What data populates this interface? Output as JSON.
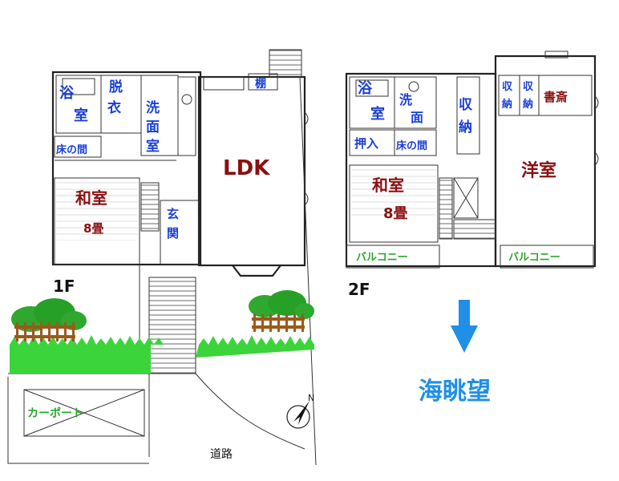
{
  "floor1": {
    "floor_label": "1F",
    "rooms": {
      "bath": "浴室",
      "dressing": "脱衣",
      "washroom": "洗面室",
      "tokonoma": "床の間",
      "washitsu": "和室",
      "washitsu_size": "8畳",
      "genkan": "玄関",
      "ldk": "LDK",
      "shelf": "棚"
    },
    "carport": "カーポート"
  },
  "floor2": {
    "floor_label": "2F",
    "rooms": {
      "bath": "浴室",
      "washroom": "洗面",
      "closet_main": "収納",
      "storage1": "収納",
      "storage2": "収納",
      "study": "書斎",
      "oshiire": "押入",
      "tokonoma": "床の間",
      "washitsu": "和室",
      "washitsu_size": "8畳",
      "youshitsu": "洋室",
      "balcony_left": "バルコニー",
      "balcony_right": "バルコニー"
    }
  },
  "road": "道路",
  "sea_view": "海眺望",
  "compass": {
    "icon": "north-arrow-icon",
    "label": "N"
  },
  "colors": {
    "room_blue": "#1a3fd6",
    "room_red": "#8a1010",
    "balcony_green": "#2aa82a",
    "arrow_blue": "#1f8fe8",
    "sea_view_blue": "#1f8fe8",
    "grass": "#3bd43b",
    "tree": "#2fa82f",
    "fence": "#9a5a1a"
  }
}
